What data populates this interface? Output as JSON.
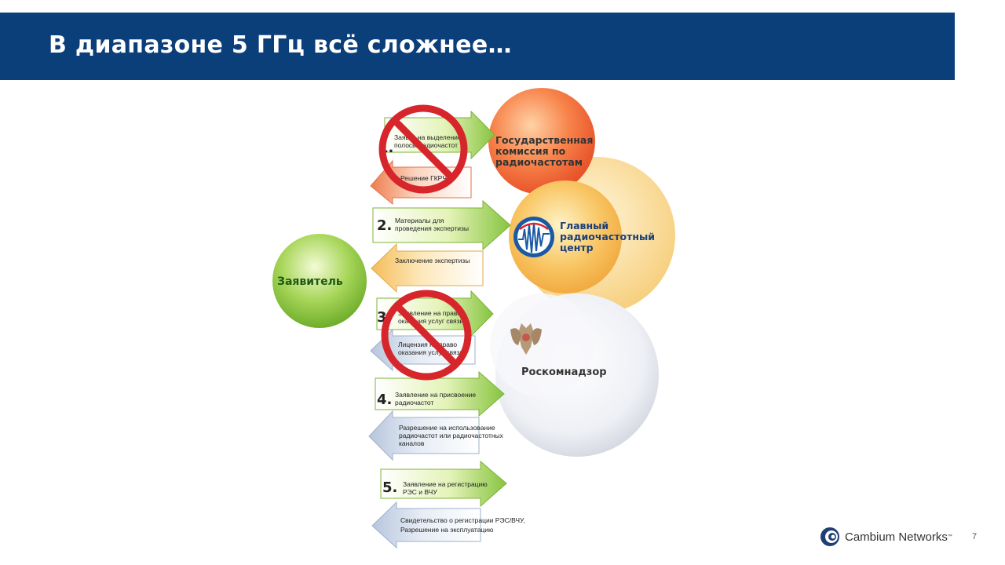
{
  "slide": {
    "title": "В диапазоне 5 ГГц всё сложнее…",
    "page_number": "7"
  },
  "footer": {
    "brand": "Cambium Networks",
    "trademark": "™"
  },
  "nodes": {
    "applicant": "Заявитель",
    "gkrch": [
      "Государственная",
      "комиссия по",
      "радиочастотам"
    ],
    "grchc": [
      "Главный",
      "радиочастотный",
      "центр"
    ],
    "rkn": "Роскомнадзор"
  },
  "steps": [
    {
      "number": "1.",
      "forward": [
        "Заявка на выделение",
        "полосы радиочастот"
      ],
      "back": [
        "Решение ГКРЧ"
      ],
      "crossed": true
    },
    {
      "number": "2.",
      "forward": [
        "Материалы для",
        "проведения экспертизы"
      ],
      "back": [
        "Заключение экспертизы"
      ],
      "crossed": false
    },
    {
      "number": "3.",
      "forward": [
        "Заявление на право",
        "оказания услуг связи"
      ],
      "back": [
        "Лицензия на право",
        "оказания услуг связи"
      ],
      "crossed": true
    },
    {
      "number": "4.",
      "forward": [
        "Заявление на присвоение",
        "радиочастот"
      ],
      "back": [
        "Разрешение на использование",
        "радиочастот или радиочастотных",
        "каналов"
      ],
      "crossed": false
    },
    {
      "number": "5.",
      "forward": [
        "Заявление на регистрацию",
        "РЭС и ВЧУ"
      ],
      "back": [
        "Свидетельство о регистрации  РЭС/ВЧУ,",
        "Разрешение на эксплуатацию"
      ],
      "crossed": false
    }
  ]
}
